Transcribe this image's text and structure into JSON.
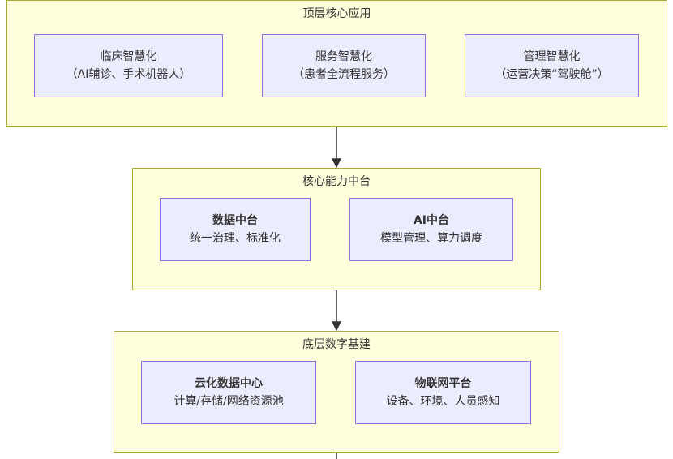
{
  "layers": {
    "top": {
      "title": "顶层核心应用",
      "nodes": [
        {
          "line1": "临床智慧化",
          "line2": "（AI辅诊、手术机器人）"
        },
        {
          "line1": "服务智慧化",
          "line2": "（患者全流程服务）"
        },
        {
          "line1": "管理智慧化",
          "line2": "（运营决策“驾驶舱”）"
        }
      ]
    },
    "middle": {
      "title": "核心能力中台",
      "nodes": [
        {
          "line1": "数据中台",
          "line2": "统一治理、标准化"
        },
        {
          "line1": "AI中台",
          "line2": "模型管理、算力调度"
        }
      ]
    },
    "bottom": {
      "title": "底层数字基建",
      "nodes": [
        {
          "line1": "云化数据中心",
          "line2": "计算/存储/网络资源池"
        },
        {
          "line1": "物联网平台",
          "line2": "设备、环境、人员感知"
        }
      ]
    }
  },
  "colors": {
    "layer_fill": "#ffffde",
    "layer_border": "#aaaa33",
    "node_fill": "#ececff",
    "node_border": "#9370db",
    "edge": "#333333"
  }
}
